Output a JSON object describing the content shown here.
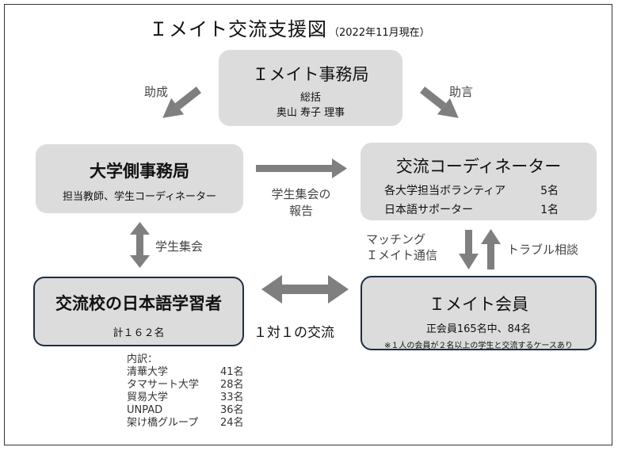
{
  "title": "Ｉメイト交流支援図",
  "title_note": "（2022年11月現在）",
  "office": {
    "name": "Ｉメイト事務局",
    "role": "総括",
    "person": "奥山 寿子 理事"
  },
  "label_josei": "助成",
  "label_jogen": "助言",
  "univ_office": {
    "name": "大学側事務局",
    "members": "担当教師、学生コーディネーター"
  },
  "coordinator": {
    "name": "交流コーディネーター",
    "rows": [
      {
        "label": "各大学担当ボランティア",
        "count": "5名"
      },
      {
        "label": "日本語サポーター",
        "count": "1名"
      }
    ]
  },
  "label_report_1": "学生集会の",
  "label_report_2": "報告",
  "label_student_meeting": "学生集会",
  "label_matching_1": "マッチング",
  "label_matching_2": "Ｉメイト通信",
  "label_trouble": "トラブル相談",
  "learners": {
    "name": "交流校の日本語学習者",
    "total": "計１６２名"
  },
  "label_one_on_one": "１対１の交流",
  "members": {
    "name": "Ｉメイト会員",
    "count": "正会員165名中、84名",
    "note": "※１人の会員が２名以上の学生と交流するケースあり"
  },
  "breakdown": {
    "heading": "内訳：",
    "items": [
      {
        "name": "清華大学",
        "count": "41名"
      },
      {
        "name": "タマサート大学",
        "count": "28名"
      },
      {
        "name": "貿易大学",
        "count": "33名"
      },
      {
        "name": "UNPAD",
        "count": "36名"
      },
      {
        "name": "架け橋グループ",
        "count": "24名"
      }
    ]
  },
  "colors": {
    "box_fill": "#dcdcdc",
    "arrow": "#7f7f7f",
    "border_dark": "#1f2d44"
  }
}
